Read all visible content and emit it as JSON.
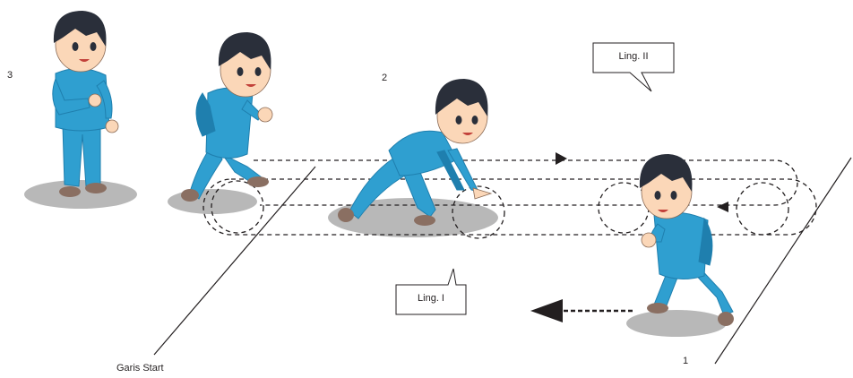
{
  "labels": {
    "number_1": "1",
    "number_2": "2",
    "number_3": "3",
    "start_line": "Garis Start"
  },
  "bubbles": {
    "ling_1": "Ling. I",
    "ling_2": "Ling. II"
  },
  "colors": {
    "tracksuit": "#2f9fd0",
    "tracksuit_dark": "#1f7fae",
    "skin": "#fbd7b8",
    "hair": "#2a2f3a",
    "shoe": "#8a6f62",
    "shadow": "#b8b8b8",
    "line": "#231f20"
  }
}
